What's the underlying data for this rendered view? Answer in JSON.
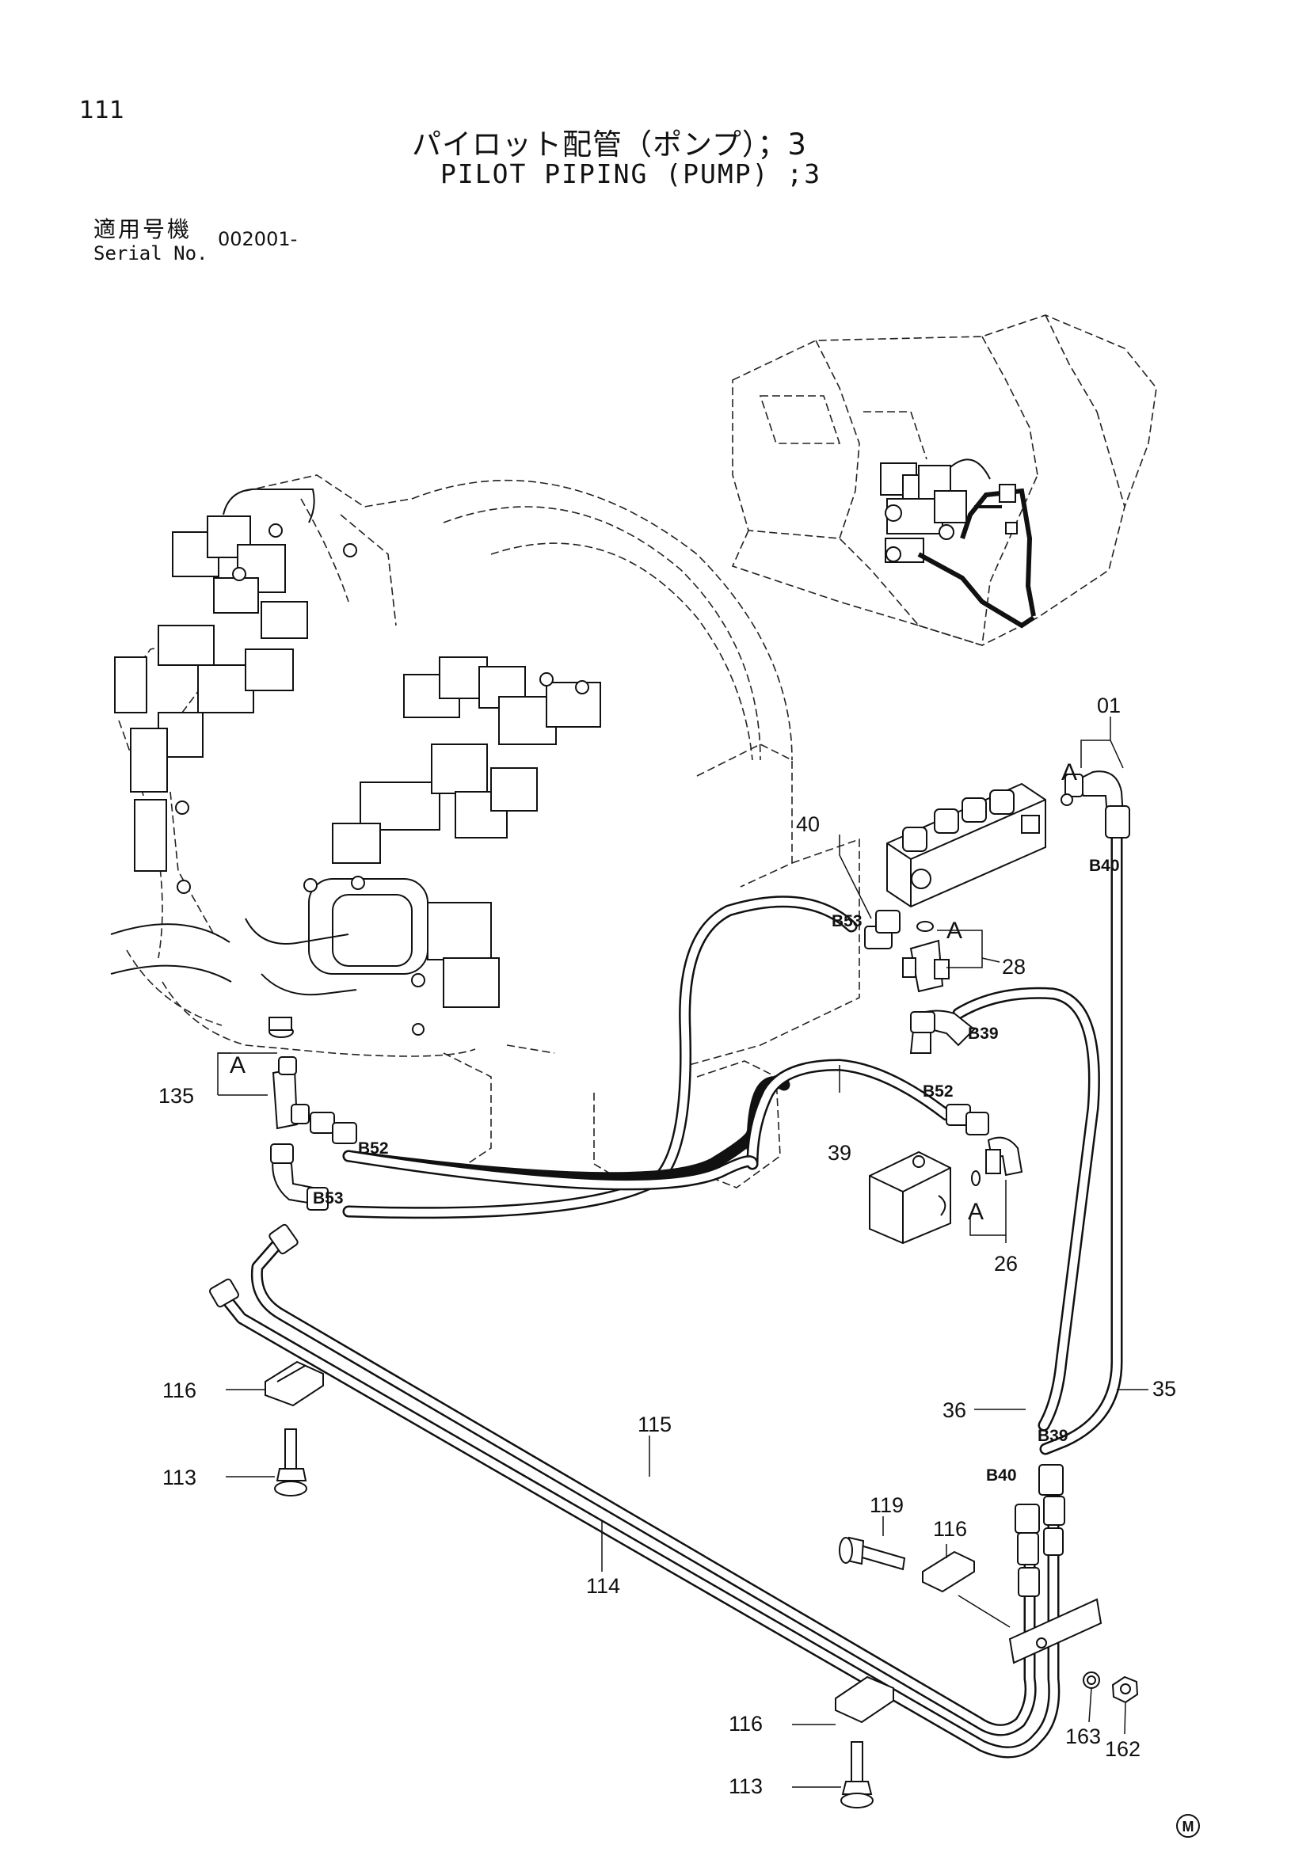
{
  "header": {
    "page_number": "111",
    "title_jp": "パイロット配管（ポンプ）；3",
    "title_en": "PILOT PIPING (PUMP) ;3",
    "serial_label_jp": "適用号機",
    "serial_label_en": "Serial No.",
    "serial_value": "002001-"
  },
  "callouts": {
    "p01": "01",
    "p28": "28",
    "p26": "26",
    "p35": "35",
    "p36": "36",
    "p39": "39",
    "p40": "40",
    "p113a": "113",
    "p113b": "113",
    "p114": "114",
    "p115": "115",
    "p116a": "116",
    "p116b": "116",
    "p116c": "116",
    "p119": "119",
    "p135": "135",
    "p162": "162",
    "p163": "163"
  },
  "hose_ends": {
    "b40_top": "B40",
    "b53_top": "B53",
    "b39_top": "B39",
    "b52_top": "B52",
    "b52_left": "B52",
    "b53_left": "B53",
    "b39_bottom": "B39",
    "b40_bottom": "B40"
  },
  "detail_marks": {
    "a1": "A",
    "a2": "A",
    "a3": "A",
    "a4": "A"
  },
  "footer_mark": "M"
}
